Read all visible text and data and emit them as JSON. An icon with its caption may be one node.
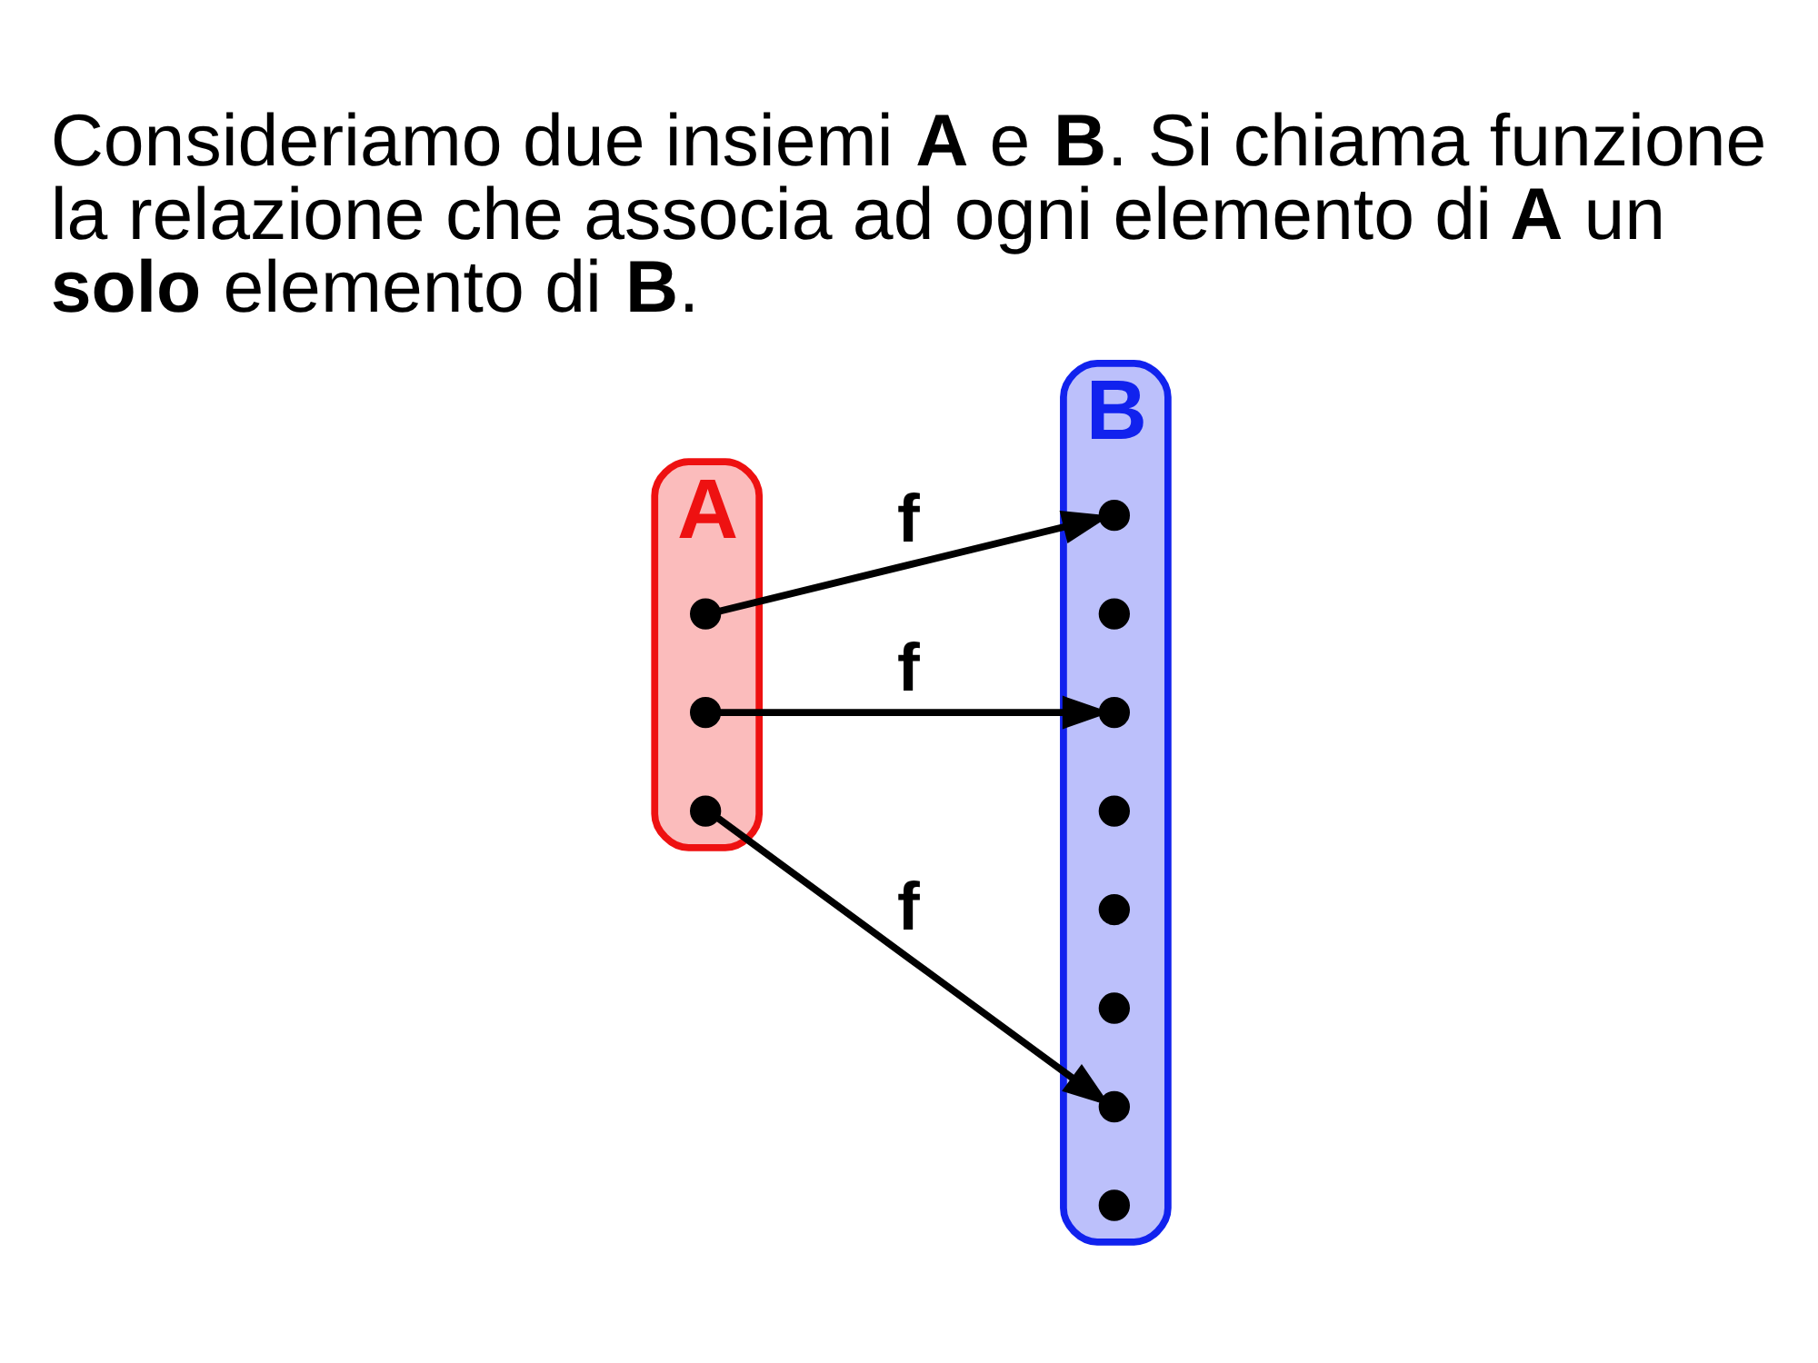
{
  "diagram": {
    "title": "Consideriamo due insiemi **A** e **B**. Si chiama funzione la relazione che associa ad ogni elemento di **A** un **solo** elemento di **B**.",
    "nodes": [
      {
        "text": [
          "A"
        ]
      },
      {
        "text": [],
        "shape": "circle",
        "in": 0
      },
      {
        "text": [],
        "shape": "circle",
        "in": 0
      },
      {
        "text": [],
        "shape": "circle",
        "in": 0
      },
      {
        "text": [
          "B"
        ]
      },
      {
        "text": [],
        "shape": "circle",
        "in": 4
      },
      {
        "text": [],
        "shape": "circle",
        "in": 4
      },
      {
        "text": [],
        "shape": "circle",
        "in": 4
      },
      {
        "text": [],
        "shape": "circle",
        "in": 4
      },
      {
        "text": [],
        "shape": "circle",
        "in": 4
      },
      {
        "text": [],
        "shape": "circle",
        "in": 4
      },
      {
        "text": [],
        "shape": "circle",
        "in": 4
      },
      {
        "text": [],
        "shape": "circle",
        "in": 4
      }
    ],
    "edges": [
      {
        "from": 1,
        "to": 5,
        "arrow": "to",
        "label": "f"
      },
      {
        "from": 2,
        "to": 7,
        "arrow": "to",
        "label": "f"
      },
      {
        "from": 3,
        "to": 11,
        "arrow": "to",
        "label": "f"
      }
    ]
  }
}
